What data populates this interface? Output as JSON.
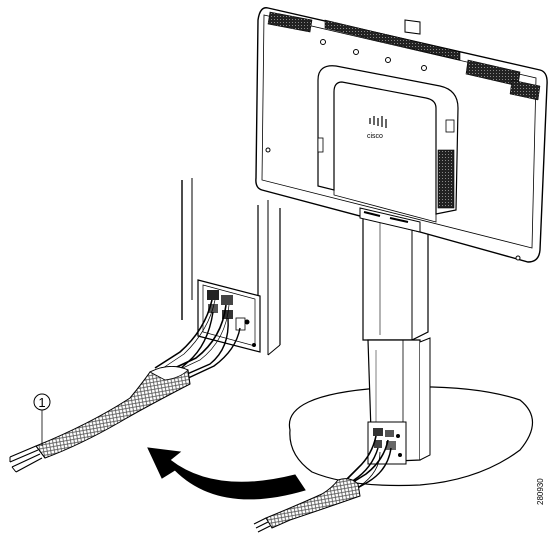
{
  "figure": {
    "callouts": [
      {
        "number": "1",
        "target": "braided-cable-sleeve"
      }
    ],
    "figure_id": "280930",
    "monitor_logo": "cisco"
  },
  "colors": {
    "line": "#000000",
    "monitor_body": "#ffffff",
    "arrow_fill": "#000000",
    "sleeve_mesh": "#6e6e6e",
    "vent_fill": "#1a1a1a"
  },
  "icons": {
    "callout_marker": "circled-number",
    "arrow": "curved-arrow-right"
  }
}
